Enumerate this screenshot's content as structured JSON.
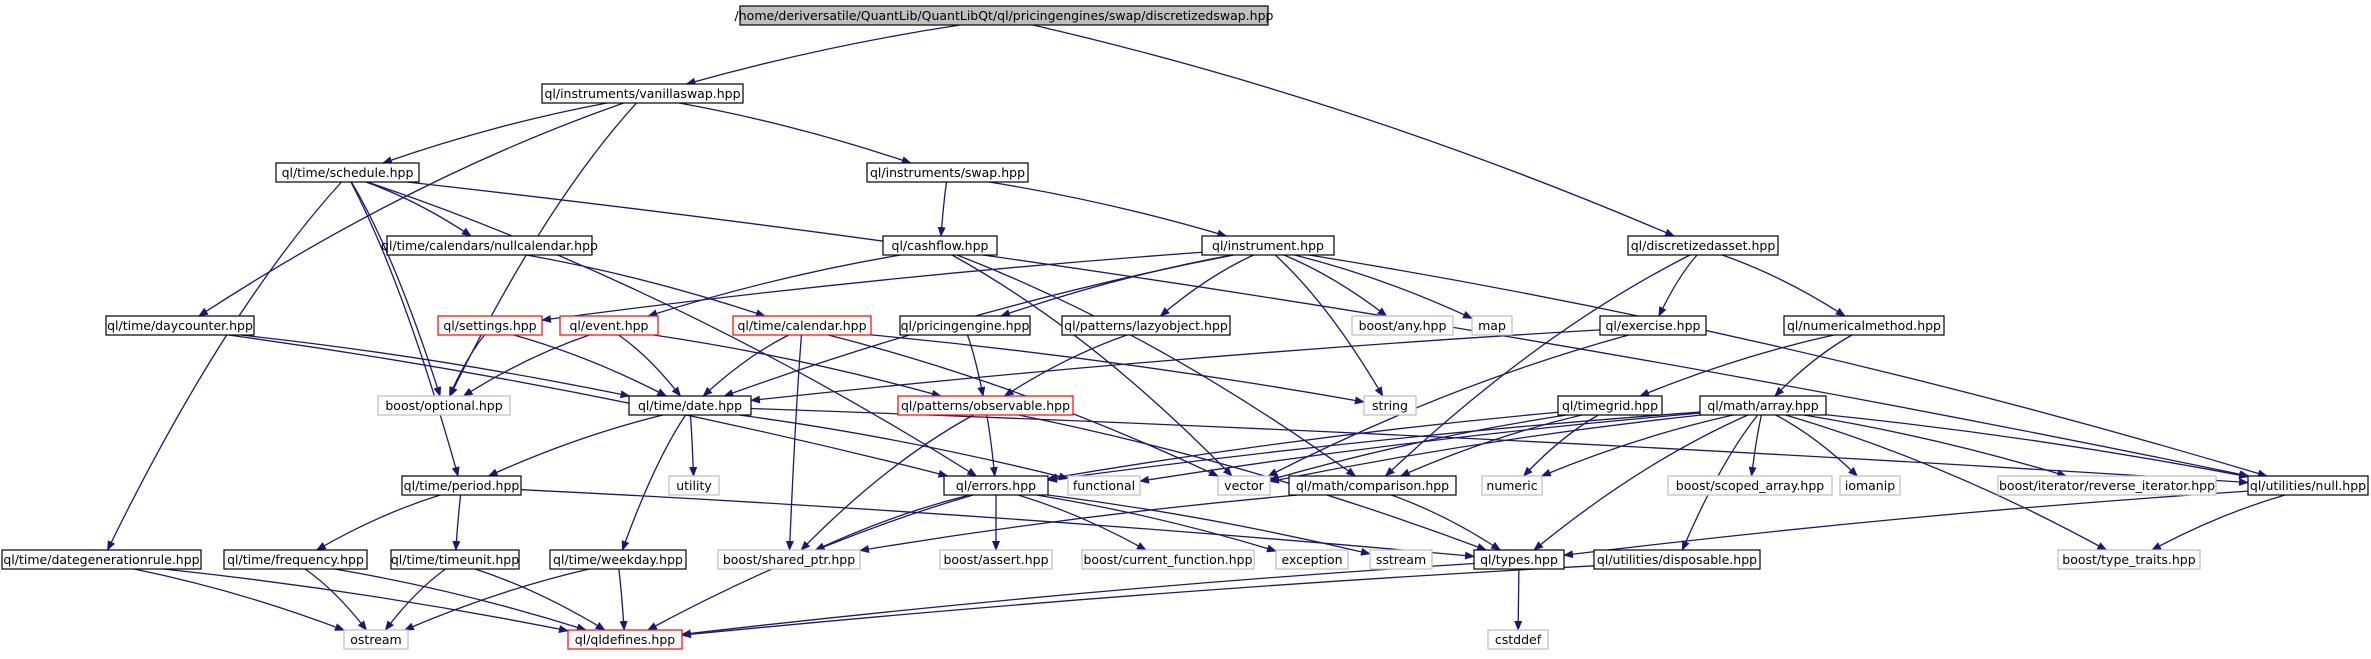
{
  "graph": {
    "title": "/home/deriversatile/QuantLib/QuantLibQt/ql/pricingengines/swap/discretizedswap.hpp",
    "colors": {
      "root_fill": "#bfbfbf",
      "normal_border": "#000000",
      "highlight_border": "#ff0000",
      "external_border": "#bfbfbf",
      "edge": "#191970"
    },
    "nodes": [
      {
        "id": "root",
        "label": "/home/deriversatile/QuantLib/QuantLibQt/ql/pricingengines/swap/discretizedswap.hpp",
        "kind": "root"
      },
      {
        "id": "vanillaswap",
        "label": "ql/instruments/vanillaswap.hpp",
        "kind": "normal"
      },
      {
        "id": "schedule",
        "label": "ql/time/schedule.hpp",
        "kind": "normal"
      },
      {
        "id": "swap",
        "label": "ql/instruments/swap.hpp",
        "kind": "normal"
      },
      {
        "id": "discretizedasset",
        "label": "ql/discretizedasset.hpp",
        "kind": "normal"
      },
      {
        "id": "nullcalendar",
        "label": "ql/time/calendars/nullcalendar.hpp",
        "kind": "normal"
      },
      {
        "id": "cashflow",
        "label": "ql/cashflow.hpp",
        "kind": "normal"
      },
      {
        "id": "instrument",
        "label": "ql/instrument.hpp",
        "kind": "normal"
      },
      {
        "id": "daycounter",
        "label": "ql/time/daycounter.hpp",
        "kind": "normal"
      },
      {
        "id": "settings",
        "label": "ql/settings.hpp",
        "kind": "highlight"
      },
      {
        "id": "event",
        "label": "ql/event.hpp",
        "kind": "highlight"
      },
      {
        "id": "calendar",
        "label": "ql/time/calendar.hpp",
        "kind": "highlight"
      },
      {
        "id": "pricingengine",
        "label": "ql/pricingengine.hpp",
        "kind": "normal"
      },
      {
        "id": "lazyobject",
        "label": "ql/patterns/lazyobject.hpp",
        "kind": "normal"
      },
      {
        "id": "boostany",
        "label": "boost/any.hpp",
        "kind": "external"
      },
      {
        "id": "map",
        "label": "map",
        "kind": "external"
      },
      {
        "id": "exercise",
        "label": "ql/exercise.hpp",
        "kind": "normal"
      },
      {
        "id": "numericalmethod",
        "label": "ql/numericalmethod.hpp",
        "kind": "normal"
      },
      {
        "id": "boostoptional",
        "label": "boost/optional.hpp",
        "kind": "external"
      },
      {
        "id": "date",
        "label": "ql/time/date.hpp",
        "kind": "normal"
      },
      {
        "id": "observable",
        "label": "ql/patterns/observable.hpp",
        "kind": "highlight"
      },
      {
        "id": "string",
        "label": "string",
        "kind": "external"
      },
      {
        "id": "timegrid",
        "label": "ql/timegrid.hpp",
        "kind": "normal"
      },
      {
        "id": "array",
        "label": "ql/math/array.hpp",
        "kind": "normal"
      },
      {
        "id": "period",
        "label": "ql/time/period.hpp",
        "kind": "normal"
      },
      {
        "id": "utility",
        "label": "utility",
        "kind": "external"
      },
      {
        "id": "functional",
        "label": "functional",
        "kind": "external"
      },
      {
        "id": "vector",
        "label": "vector",
        "kind": "external"
      },
      {
        "id": "errors",
        "label": "ql/errors.hpp",
        "kind": "normal"
      },
      {
        "id": "comparison",
        "label": "ql/math/comparison.hpp",
        "kind": "normal"
      },
      {
        "id": "numeric",
        "label": "numeric",
        "kind": "external"
      },
      {
        "id": "scopedarray",
        "label": "boost/scoped_array.hpp",
        "kind": "external"
      },
      {
        "id": "iomanip",
        "label": "iomanip",
        "kind": "external"
      },
      {
        "id": "reverseiterator",
        "label": "boost/iterator/reverse_iterator.hpp",
        "kind": "external"
      },
      {
        "id": "null",
        "label": "ql/utilities/null.hpp",
        "kind": "normal"
      },
      {
        "id": "dategenerationrule",
        "label": "ql/time/dategenerationrule.hpp",
        "kind": "normal"
      },
      {
        "id": "frequency",
        "label": "ql/time/frequency.hpp",
        "kind": "normal"
      },
      {
        "id": "timeunit",
        "label": "ql/time/timeunit.hpp",
        "kind": "normal"
      },
      {
        "id": "weekday",
        "label": "ql/time/weekday.hpp",
        "kind": "normal"
      },
      {
        "id": "sharedptr",
        "label": "boost/shared_ptr.hpp",
        "kind": "external"
      },
      {
        "id": "assert",
        "label": "boost/assert.hpp",
        "kind": "external"
      },
      {
        "id": "currentfunction",
        "label": "boost/current_function.hpp",
        "kind": "external"
      },
      {
        "id": "exception",
        "label": "exception",
        "kind": "external"
      },
      {
        "id": "sstream",
        "label": "sstream",
        "kind": "external"
      },
      {
        "id": "types",
        "label": "ql/types.hpp",
        "kind": "normal"
      },
      {
        "id": "disposable",
        "label": "ql/utilities/disposable.hpp",
        "kind": "normal"
      },
      {
        "id": "typetraits",
        "label": "boost/type_traits.hpp",
        "kind": "external"
      },
      {
        "id": "ostream",
        "label": "ostream",
        "kind": "external"
      },
      {
        "id": "qldefines",
        "label": "ql/qldefines.hpp",
        "kind": "highlight"
      },
      {
        "id": "cstddef",
        "label": "cstddef",
        "kind": "external"
      }
    ],
    "edges": [
      {
        "from": "root",
        "to": "vanillaswap"
      },
      {
        "from": "root",
        "to": "discretizedasset"
      },
      {
        "from": "vanillaswap",
        "to": "schedule"
      },
      {
        "from": "vanillaswap",
        "to": "swap"
      },
      {
        "from": "vanillaswap",
        "to": "daycounter"
      },
      {
        "from": "vanillaswap",
        "to": "boostoptional"
      },
      {
        "from": "schedule",
        "to": "nullcalendar"
      },
      {
        "from": "schedule",
        "to": "boostoptional"
      },
      {
        "from": "schedule",
        "to": "null"
      },
      {
        "from": "schedule",
        "to": "errors"
      },
      {
        "from": "schedule",
        "to": "period"
      },
      {
        "from": "schedule",
        "to": "dategenerationrule"
      },
      {
        "from": "nullcalendar",
        "to": "calendar"
      },
      {
        "from": "swap",
        "to": "cashflow"
      },
      {
        "from": "swap",
        "to": "instrument"
      },
      {
        "from": "cashflow",
        "to": "event"
      },
      {
        "from": "cashflow",
        "to": "vector"
      },
      {
        "from": "cashflow",
        "to": "comparison"
      },
      {
        "from": "instrument",
        "to": "settings"
      },
      {
        "from": "instrument",
        "to": "pricingengine"
      },
      {
        "from": "instrument",
        "to": "lazyobject"
      },
      {
        "from": "instrument",
        "to": "boostany"
      },
      {
        "from": "instrument",
        "to": "map"
      },
      {
        "from": "instrument",
        "to": "string"
      },
      {
        "from": "instrument",
        "to": "date"
      },
      {
        "from": "instrument",
        "to": "null"
      },
      {
        "from": "discretizedasset",
        "to": "exercise"
      },
      {
        "from": "discretizedasset",
        "to": "numericalmethod"
      },
      {
        "from": "discretizedasset",
        "to": "comparison"
      },
      {
        "from": "numericalmethod",
        "to": "timegrid"
      },
      {
        "from": "numericalmethod",
        "to": "array"
      },
      {
        "from": "exercise",
        "to": "date"
      },
      {
        "from": "exercise",
        "to": "vector"
      },
      {
        "from": "daycounter",
        "to": "date"
      },
      {
        "from": "daycounter",
        "to": "errors"
      },
      {
        "from": "settings",
        "to": "date"
      },
      {
        "from": "settings",
        "to": "boostoptional"
      },
      {
        "from": "event",
        "to": "date"
      },
      {
        "from": "event",
        "to": "observable"
      },
      {
        "from": "event",
        "to": "boostoptional"
      },
      {
        "from": "calendar",
        "to": "date"
      },
      {
        "from": "calendar",
        "to": "sharedptr"
      },
      {
        "from": "calendar",
        "to": "vector"
      },
      {
        "from": "calendar",
        "to": "string"
      },
      {
        "from": "pricingengine",
        "to": "observable"
      },
      {
        "from": "lazyobject",
        "to": "observable"
      },
      {
        "from": "date",
        "to": "period"
      },
      {
        "from": "date",
        "to": "weekday"
      },
      {
        "from": "date",
        "to": "utility"
      },
      {
        "from": "date",
        "to": "functional"
      },
      {
        "from": "date",
        "to": "null"
      },
      {
        "from": "observable",
        "to": "errors"
      },
      {
        "from": "observable",
        "to": "sharedptr"
      },
      {
        "from": "observable",
        "to": "types"
      },
      {
        "from": "timegrid",
        "to": "errors"
      },
      {
        "from": "timegrid",
        "to": "vector"
      },
      {
        "from": "timegrid",
        "to": "comparison"
      },
      {
        "from": "timegrid",
        "to": "numeric"
      },
      {
        "from": "array",
        "to": "errors"
      },
      {
        "from": "array",
        "to": "functional"
      },
      {
        "from": "array",
        "to": "vector"
      },
      {
        "from": "array",
        "to": "numeric"
      },
      {
        "from": "array",
        "to": "scopedarray"
      },
      {
        "from": "array",
        "to": "iomanip"
      },
      {
        "from": "array",
        "to": "reverseiterator"
      },
      {
        "from": "array",
        "to": "null"
      },
      {
        "from": "array",
        "to": "types"
      },
      {
        "from": "array",
        "to": "disposable"
      },
      {
        "from": "array",
        "to": "typetraits"
      },
      {
        "from": "period",
        "to": "frequency"
      },
      {
        "from": "period",
        "to": "timeunit"
      },
      {
        "from": "period",
        "to": "types"
      },
      {
        "from": "errors",
        "to": "sharedptr"
      },
      {
        "from": "errors",
        "to": "assert"
      },
      {
        "from": "errors",
        "to": "currentfunction"
      },
      {
        "from": "errors",
        "to": "exception"
      },
      {
        "from": "errors",
        "to": "sstream"
      },
      {
        "from": "errors",
        "to": "qldefines"
      },
      {
        "from": "comparison",
        "to": "types"
      },
      {
        "from": "comparison",
        "to": "sharedptr"
      },
      {
        "from": "null",
        "to": "types"
      },
      {
        "from": "null",
        "to": "typetraits"
      },
      {
        "from": "types",
        "to": "qldefines"
      },
      {
        "from": "types",
        "to": "cstddef"
      },
      {
        "from": "disposable",
        "to": "qldefines"
      },
      {
        "from": "dategenerationrule",
        "to": "ostream"
      },
      {
        "from": "dategenerationrule",
        "to": "qldefines"
      },
      {
        "from": "frequency",
        "to": "ostream"
      },
      {
        "from": "frequency",
        "to": "qldefines"
      },
      {
        "from": "timeunit",
        "to": "ostream"
      },
      {
        "from": "timeunit",
        "to": "qldefines"
      },
      {
        "from": "weekday",
        "to": "ostream"
      },
      {
        "from": "weekday",
        "to": "qldefines"
      }
    ]
  }
}
